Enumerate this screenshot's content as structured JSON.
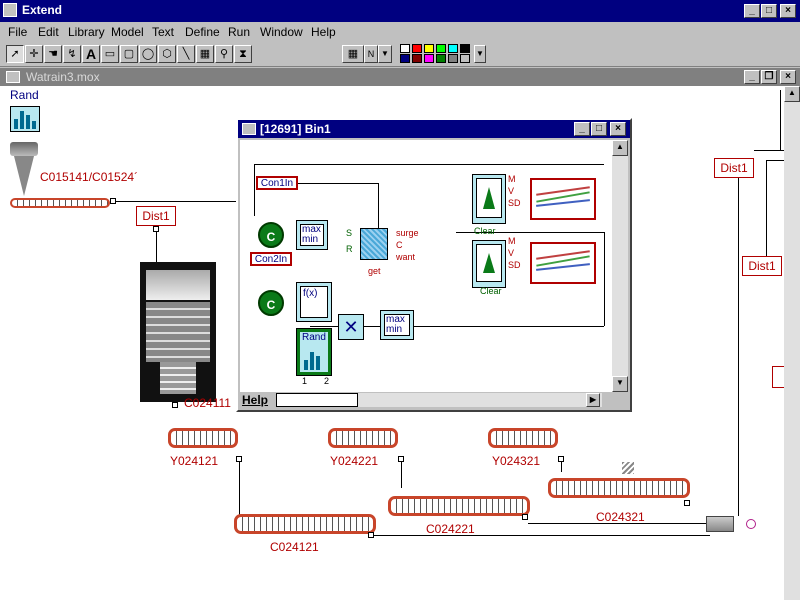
{
  "app": {
    "title": "Extend"
  },
  "menu": [
    "File",
    "Edit",
    "Library",
    "Model",
    "Text",
    "Define",
    "Run",
    "Window",
    "Help"
  ],
  "document": {
    "title": "Watrain3.mox"
  },
  "model": {
    "rand_label": "Rand",
    "source_label": "C015141/C01524´",
    "dist_left": "Dist1",
    "bin_label": "C024111",
    "dist_right_top": "Dist1",
    "dist_right_mid": "Dist1",
    "conveyors_top": [
      "Y024121",
      "Y024221",
      "Y024321"
    ],
    "conveyors_bottom": [
      "C024121",
      "C024221",
      "C024321"
    ]
  },
  "dialog": {
    "title": "[12691]   Bin1",
    "con1": "Con1In",
    "con2": "Con2In",
    "maxmin": "max\nmin",
    "fx": "f(x)",
    "rand": "Rand",
    "c": "C",
    "s": "S",
    "r": "R",
    "surge": "surge",
    "c_port": "C",
    "want": "want",
    "get": "get",
    "clear1": "Clear",
    "clear2": "Clear",
    "m": "M",
    "v": "V",
    "sd": "SD",
    "n1": "1",
    "n2": "2",
    "help": "Help"
  },
  "colors": {
    "title_active": "#000080",
    "model_text": "#b00000",
    "block_fill": "#b8e8f0"
  }
}
